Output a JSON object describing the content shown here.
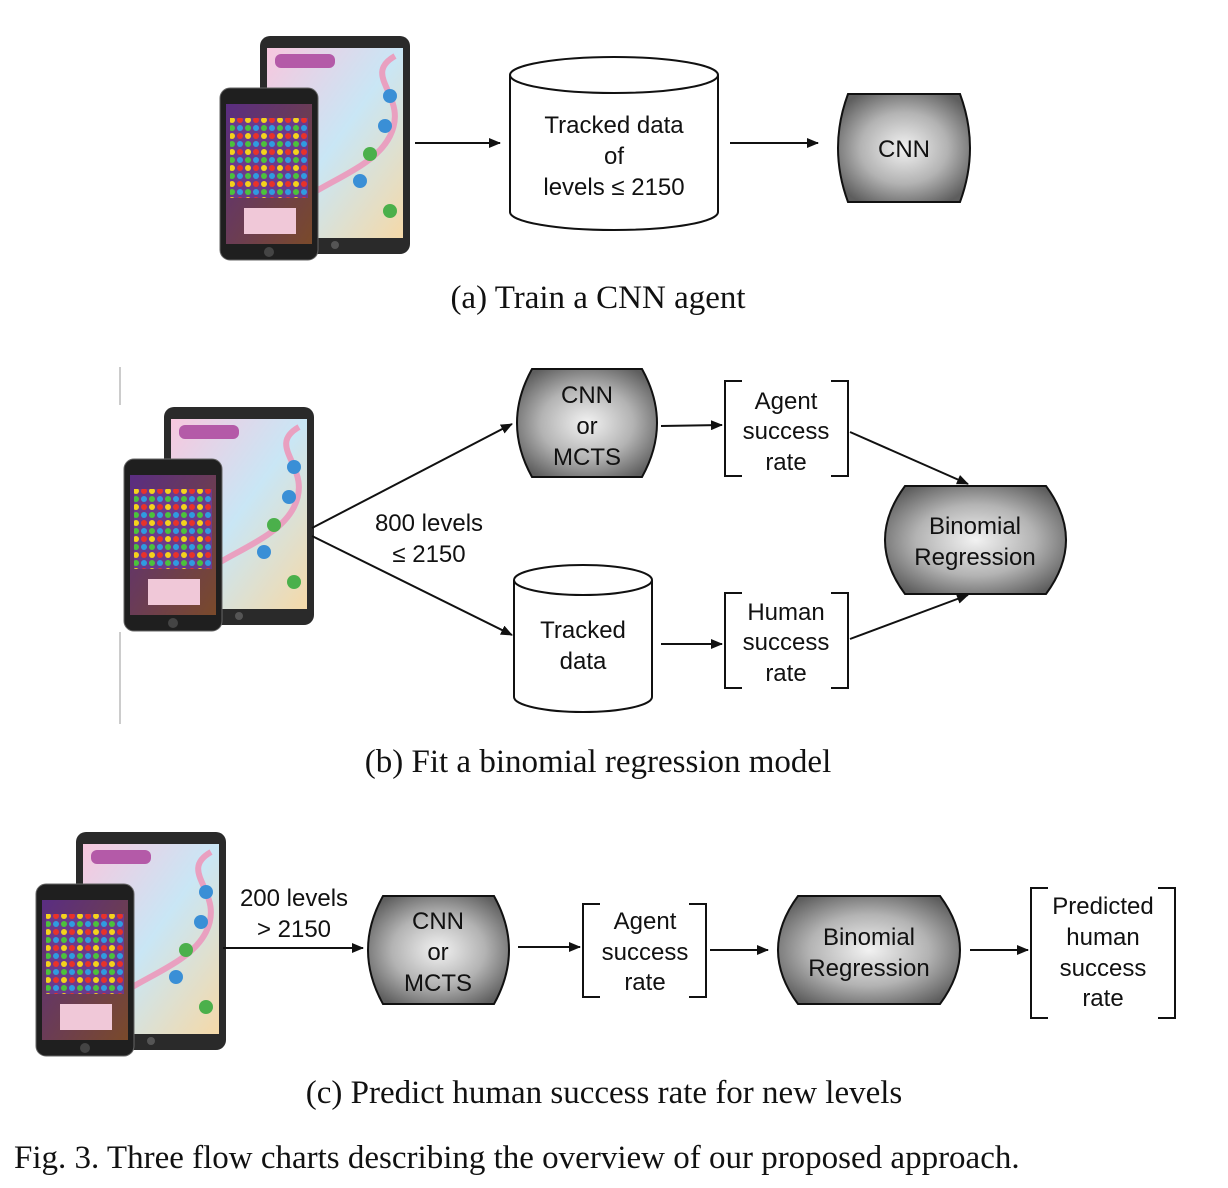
{
  "panel_a": {
    "db_line1": "Tracked data",
    "db_line2": "of",
    "db_line3": "levels ≤ 2150",
    "cnn": "CNN",
    "caption": "(a) Train a CNN agent"
  },
  "panel_b": {
    "model_line1": "CNN",
    "model_line2": "or",
    "model_line3": "MCTS",
    "agent_line1": "Agent",
    "agent_line2": "success",
    "agent_line3": "rate",
    "edge_line1": "800 levels",
    "edge_line2": "≤ 2150",
    "db_line1": "Tracked",
    "db_line2": "data",
    "human_line1": "Human",
    "human_line2": "success",
    "human_line3": "rate",
    "reg_line1": "Binomial",
    "reg_line2": "Regression",
    "caption": "(b) Fit a binomial regression model"
  },
  "panel_c": {
    "edge_line1": "200 levels",
    "edge_line2": "> 2150",
    "model_line1": "CNN",
    "model_line2": "or",
    "model_line3": "MCTS",
    "agent_line1": "Agent",
    "agent_line2": "success",
    "agent_line3": "rate",
    "reg_line1": "Binomial",
    "reg_line2": "Regression",
    "pred_line1": "Predicted",
    "pred_line2": "human",
    "pred_line3": "success",
    "pred_line4": "rate",
    "caption": "(c) Predict human success rate for new levels"
  },
  "figure_caption": "Fig. 3.  Three flow charts describing the overview of our proposed approach."
}
